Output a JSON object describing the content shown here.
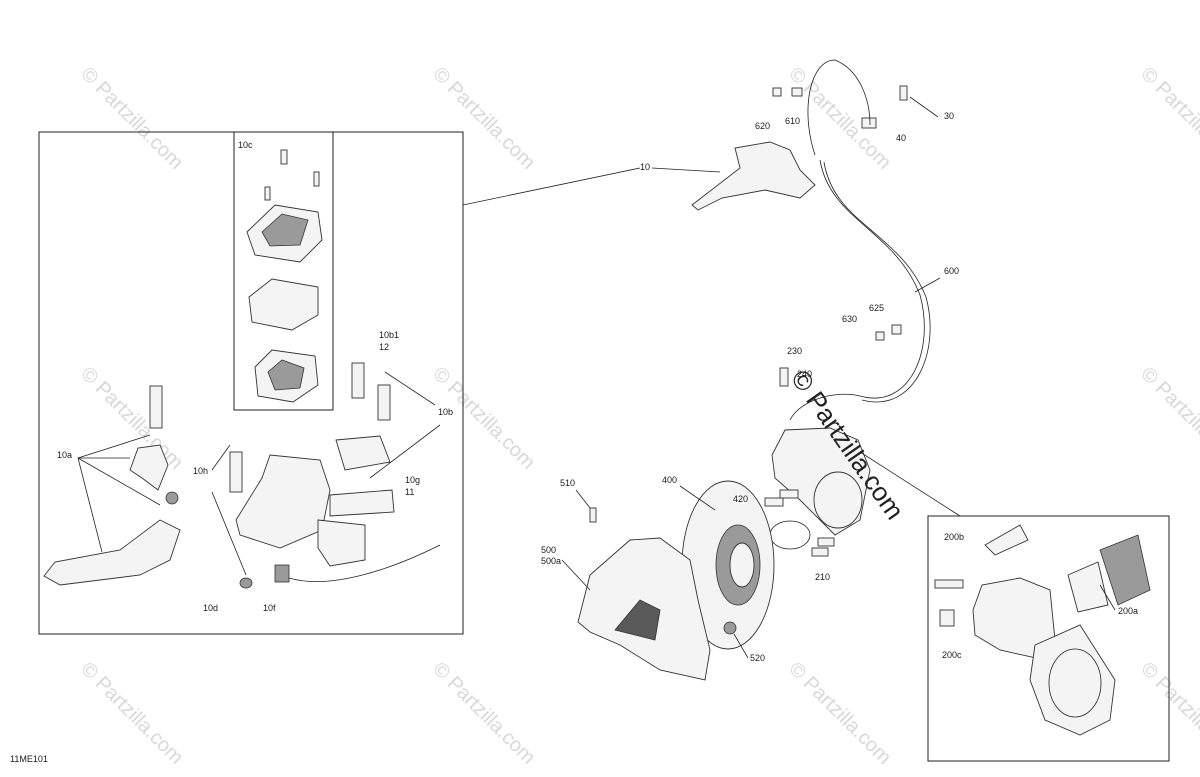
{
  "diagram_id": "11ME101",
  "watermark": {
    "repeat_text": "© Partzilla.com",
    "main_text": "© Partzilla.com"
  },
  "callouts": {
    "c10": "10",
    "c10a": "10a",
    "c10b": "10b",
    "c10b1": "10b1",
    "c12": "12",
    "c10c": "10c",
    "c10d": "10d",
    "c10f": "10f",
    "c10g": "10g",
    "c11": "11",
    "c10h": "10h",
    "c30": "30",
    "c40": "40",
    "c610": "610",
    "c620": "620",
    "c600": "600",
    "c625": "625",
    "c630": "630",
    "c230": "230",
    "c240": "240",
    "c210": "210",
    "c420": "420",
    "c400": "400",
    "c510": "510",
    "c500": "500",
    "c500a": "500a",
    "c520": "520",
    "c200a": "200a",
    "c200b": "200b",
    "c200c": "200c"
  }
}
